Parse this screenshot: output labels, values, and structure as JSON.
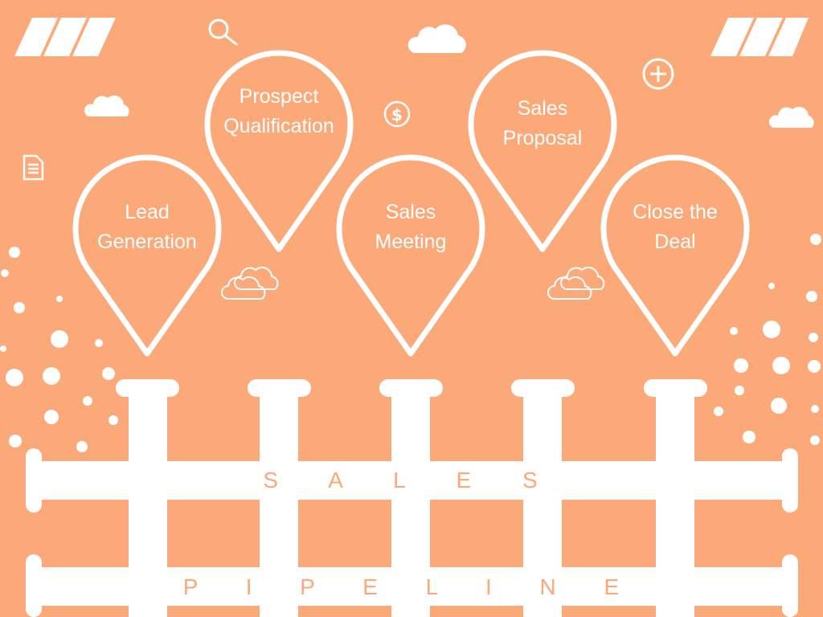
{
  "colors": {
    "background": "#fca97a",
    "foreground": "#ffffff",
    "title_text": "#fca87a"
  },
  "stages": [
    {
      "line1": "Lead",
      "line2": "Generation"
    },
    {
      "line1": "Prospect",
      "line2": "Qualification"
    },
    {
      "line1": "Sales",
      "line2": "Meeting"
    },
    {
      "line1": "Sales",
      "line2": "Proposal"
    },
    {
      "line1": "Close the",
      "line2": "Deal"
    }
  ],
  "pipe_title_top": "S A L E S",
  "pipe_title_bottom": "P I P E L I N E",
  "icons": [
    "speed-stripes-icon",
    "search-icon",
    "cloud-icon",
    "dollar-icon",
    "plus-circle-icon",
    "document-icon"
  ]
}
